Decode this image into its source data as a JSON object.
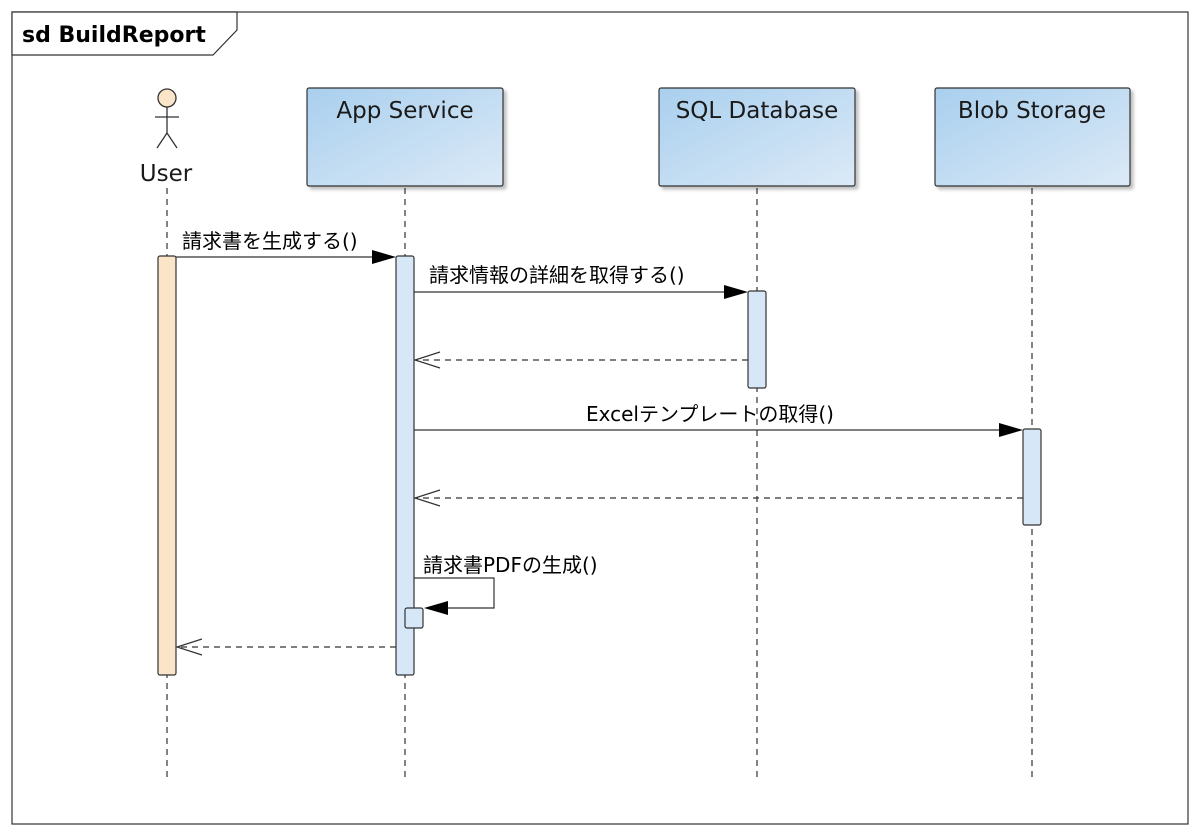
{
  "frame": {
    "title": "sd BuildReport"
  },
  "participants": [
    {
      "id": "user",
      "kind": "actor",
      "label": "User"
    },
    {
      "id": "app",
      "kind": "lifeline",
      "label": "App Service"
    },
    {
      "id": "sql",
      "kind": "lifeline",
      "label": "SQL Database"
    },
    {
      "id": "blob",
      "kind": "lifeline",
      "label": "Blob Storage"
    }
  ],
  "messages": [
    {
      "label": "請求書を生成する()",
      "from": "user",
      "to": "app",
      "kind": "sync"
    },
    {
      "label": "請求情報の詳細を取得する()",
      "from": "app",
      "to": "sql",
      "kind": "sync"
    },
    {
      "label": "",
      "from": "sql",
      "to": "app",
      "kind": "reply"
    },
    {
      "label": "Excelテンプレートの取得()",
      "from": "app",
      "to": "blob",
      "kind": "sync"
    },
    {
      "label": "",
      "from": "blob",
      "to": "app",
      "kind": "reply"
    },
    {
      "label": "請求書PDFの生成()",
      "from": "app",
      "to": "app",
      "kind": "self"
    },
    {
      "label": "",
      "from": "app",
      "to": "user",
      "kind": "reply"
    }
  ],
  "colors": {
    "actor_activation": "#fbe5c8",
    "lifeline_activation": "#d6e8f7",
    "header_gradient_start": "#a9cfee",
    "header_gradient_end": "#dceaf7",
    "actor_head": "#fbe5c8"
  }
}
